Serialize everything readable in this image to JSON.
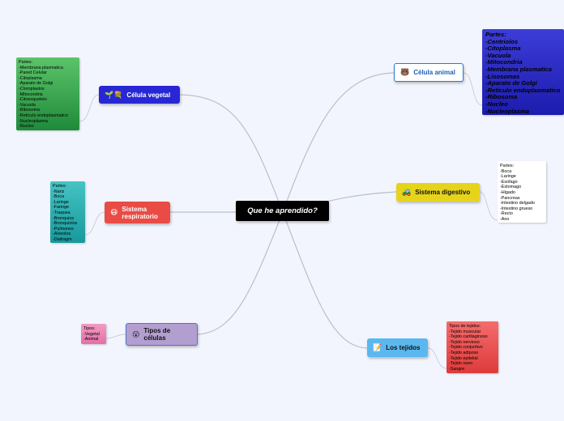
{
  "central": {
    "label": "Que he aprendido?"
  },
  "nodes": {
    "celula_vegetal": {
      "label": "Célula vegetal",
      "icon": "🌱💐"
    },
    "sistema_respiratorio": {
      "label": "Sistema respiratorio",
      "icon": "😷"
    },
    "tipos_celulas": {
      "label": "Tipos de células",
      "icon": "😮"
    },
    "celula_animal": {
      "label": "Célula animal",
      "icon": "🐻"
    },
    "sistema_digestivo": {
      "label": "Sistema digestivo",
      "icon": "🚜"
    },
    "tejidos": {
      "label": "Los tejidos",
      "icon": "📝"
    }
  },
  "notes": {
    "celula_vegetal": {
      "heading": "Partes:",
      "items": [
        "-Membrana plasmatica",
        "-Pared Celular",
        "-Citoplasma",
        "-Aparato de Golgi",
        "-Cloroplastos",
        "-Mitocondria",
        "-Citoesqueleto",
        "-Vacuola",
        "-Ribosoma",
        "-Retículo endoplasmatico",
        "-Nucleoplasma",
        "-Nucleo"
      ]
    },
    "sistema_respiratorio": {
      "heading": "Partes:",
      "items": [
        "-Nariz",
        "-Boca",
        "-Laringe",
        "-Faringe",
        "-Traquea",
        "-Bronquios",
        "-Bronquiolos",
        "-Pulmones",
        "-Alveolos",
        "-Diafragm"
      ]
    },
    "tipos_celulas": {
      "heading": "Tipos:",
      "items": [
        "-Vegetal",
        "-Animal"
      ]
    },
    "celula_animal": {
      "heading": "Partes:",
      "items": [
        "-Centriolos",
        "-Citoplasma",
        "-Vacuola",
        "-Mitocondria",
        "-Membrana plasmatica",
        "-Lisosomas",
        "-Aparato de Golgi",
        "-Retículo endoplasmatico",
        "-Ribosoma",
        "-Nucleo",
        "-Nucleoplasma"
      ]
    },
    "sistema_digestivo": {
      "heading": "Partes:",
      "items": [
        "-Boca",
        "-Laringe",
        "-Esofago",
        "-Estomago",
        "-Higado",
        "-Pancreas",
        "-Intestino delgado",
        "-Intestino grueso",
        "-Recto",
        "-Ano"
      ]
    },
    "tejidos": {
      "heading": "Tipos de tejidos:",
      "items": [
        "-Tejido muscular",
        "-Tejido cartilaginoso",
        "-Tejido nervioso",
        "-Tejido conjuntivo",
        "-Tejido adiposo",
        "-Tejido epitelial",
        "-Tejido oseo",
        "-Sangre"
      ]
    }
  },
  "colors": {
    "background": "#f3f5fe",
    "link": "#b9bfcf",
    "central": "#000000",
    "celula_vegetal": "#2727d6",
    "sistema_respiratorio": "#e94b45",
    "tipos_celulas": "#b39ed0",
    "celula_animal": "#ffffff",
    "sistema_digestivo": "#e6d41c",
    "tejidos": "#5bb8ee"
  }
}
